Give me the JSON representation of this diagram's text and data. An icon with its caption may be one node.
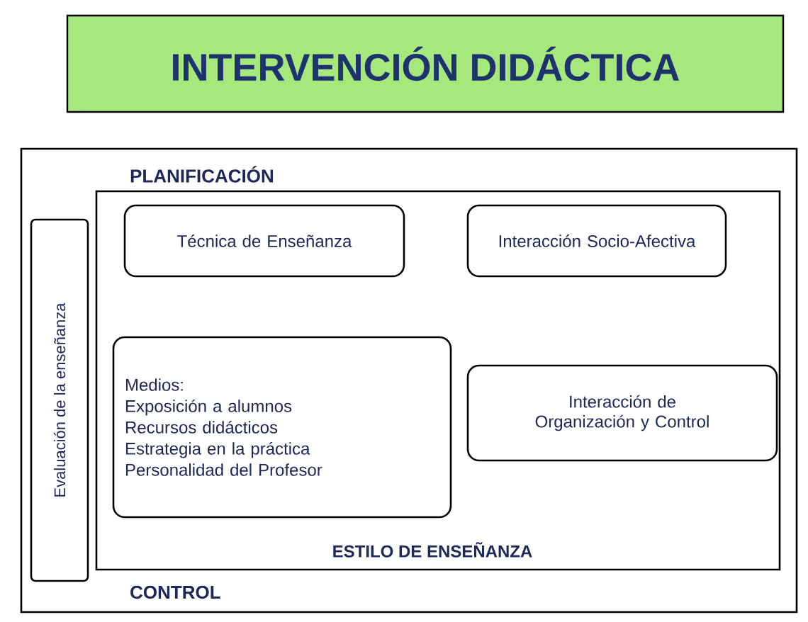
{
  "diagram": {
    "title": "INTERVENCIÓN DIDÁCTICA",
    "nodes": [
      {
        "text": [
          "PLANIFICACIÓN",
          "CONTROL"
        ]
      },
      {
        "text": [
          "Evaluación de la enseñanza"
        ],
        "in": 0
      },
      {
        "text": [
          "ESTILO DE ENSEÑANZA"
        ],
        "in": 0
      },
      {
        "text": [
          "Técnica de Enseñanza"
        ],
        "in": 2
      },
      {
        "text": [
          "Interacción Socio-Afectiva"
        ],
        "in": 2
      },
      {
        "text": [
          "Medios:",
          "Exposición a alumnos",
          "Recursos didácticos",
          "Estrategia en la práctica",
          "Personalidad del Profesor"
        ],
        "in": 2
      },
      {
        "text": [
          "Interacción de Organización y Control"
        ],
        "in": 2
      }
    ]
  }
}
